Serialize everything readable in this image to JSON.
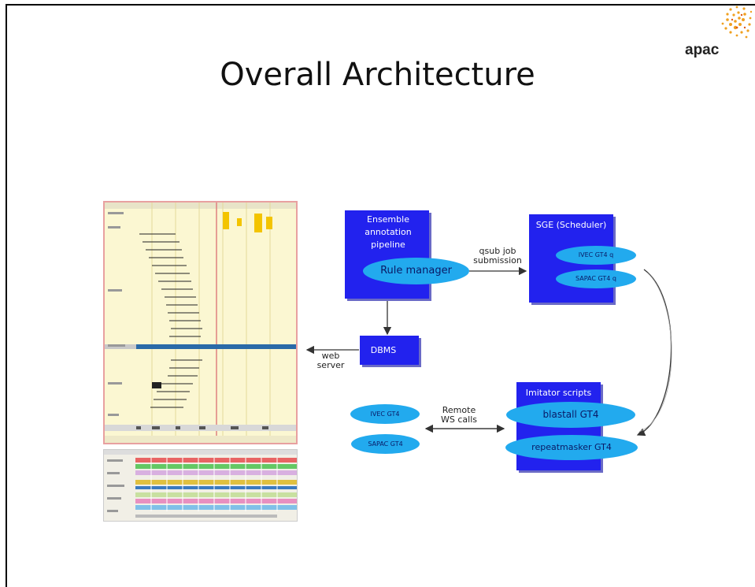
{
  "slide": {
    "title": "Overall Architecture",
    "logo_text": "apac"
  },
  "diagram": {
    "pipeline_box": "Ensemble annotation pipeline",
    "rule_manager": "Rule manager",
    "sge_box": "SGE (Scheduler)",
    "ivec_q": "IVEC GT4 q",
    "sapac_q": "SAPAC GT4 q",
    "dbms_box": "DBMS",
    "imitator_box": "Imitator scripts",
    "blastall": "blastall GT4",
    "repeatmasker": "repeatmasker GT4",
    "ivec_gt4": "IVEC GT4",
    "sapac_gt4": "SAPAC GT4",
    "qsub_label_line1": "qsub job",
    "qsub_label_line2": "submission",
    "web_label_line1": "web",
    "web_label_line2": "server",
    "remote_label_line1": "Remote",
    "remote_label_line2": "WS calls"
  },
  "colors": {
    "box": "#2222ee",
    "ellipse": "#22aaee",
    "screenshot_bg": "#fbf7d2",
    "screenshot_border": "#e8a0a0"
  }
}
